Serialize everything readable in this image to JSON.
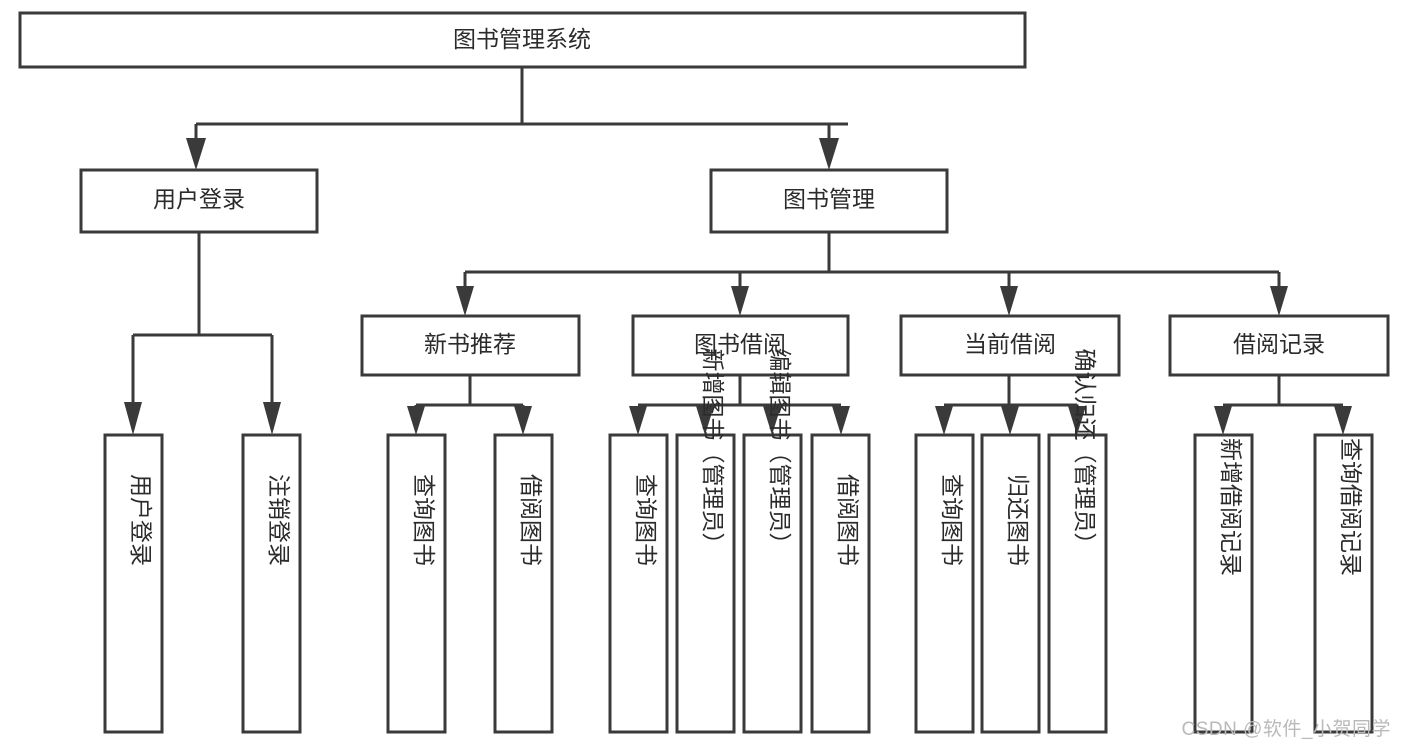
{
  "diagram": {
    "type": "tree",
    "title": "图书管理系统",
    "watermark": "CSDN @软件_小贺同学",
    "colors": {
      "stroke": "#3a3a3a",
      "box_fill": "#ffffff",
      "text": "#2b2b2b",
      "watermark": "#b9b9b9",
      "background": "#ffffff"
    },
    "root": {
      "id": "root",
      "label": "图书管理系统"
    },
    "level2": [
      {
        "id": "user-login",
        "label": "用户登录"
      },
      {
        "id": "book-manage",
        "label": "图书管理"
      }
    ],
    "level3": [
      {
        "id": "new-book-recommend",
        "label": "新书推荐",
        "parent": "book-manage"
      },
      {
        "id": "book-borrow",
        "label": "图书借阅",
        "parent": "book-manage"
      },
      {
        "id": "current-borrow",
        "label": "当前借阅",
        "parent": "book-manage"
      },
      {
        "id": "borrow-record",
        "label": "借阅记录",
        "parent": "book-manage"
      }
    ],
    "leaves": {
      "user-login": [
        {
          "id": "leaf-user-login",
          "label": "用户登录"
        },
        {
          "id": "leaf-logout-login",
          "label": "注销登录"
        }
      ],
      "new-book-recommend": [
        {
          "id": "leaf-query-book-1",
          "label": "查询图书"
        },
        {
          "id": "leaf-borrow-book-1",
          "label": "借阅图书"
        }
      ],
      "book-borrow": [
        {
          "id": "leaf-query-book-2",
          "label": "查询图书"
        },
        {
          "id": "leaf-add-book",
          "label": "新增图书（管理员）"
        },
        {
          "id": "leaf-edit-book",
          "label": "编辑图书（管理员）"
        },
        {
          "id": "leaf-borrow-book-2",
          "label": "借阅图书"
        }
      ],
      "current-borrow": [
        {
          "id": "leaf-query-book-3",
          "label": "查询图书"
        },
        {
          "id": "leaf-return-book",
          "label": "归还图书"
        },
        {
          "id": "leaf-confirm-return",
          "label": "确认归还（管理员）"
        }
      ],
      "borrow-record": [
        {
          "id": "leaf-add-record",
          "label": "新增借阅记录"
        },
        {
          "id": "leaf-query-record",
          "label": "查询借阅记录"
        }
      ]
    }
  }
}
